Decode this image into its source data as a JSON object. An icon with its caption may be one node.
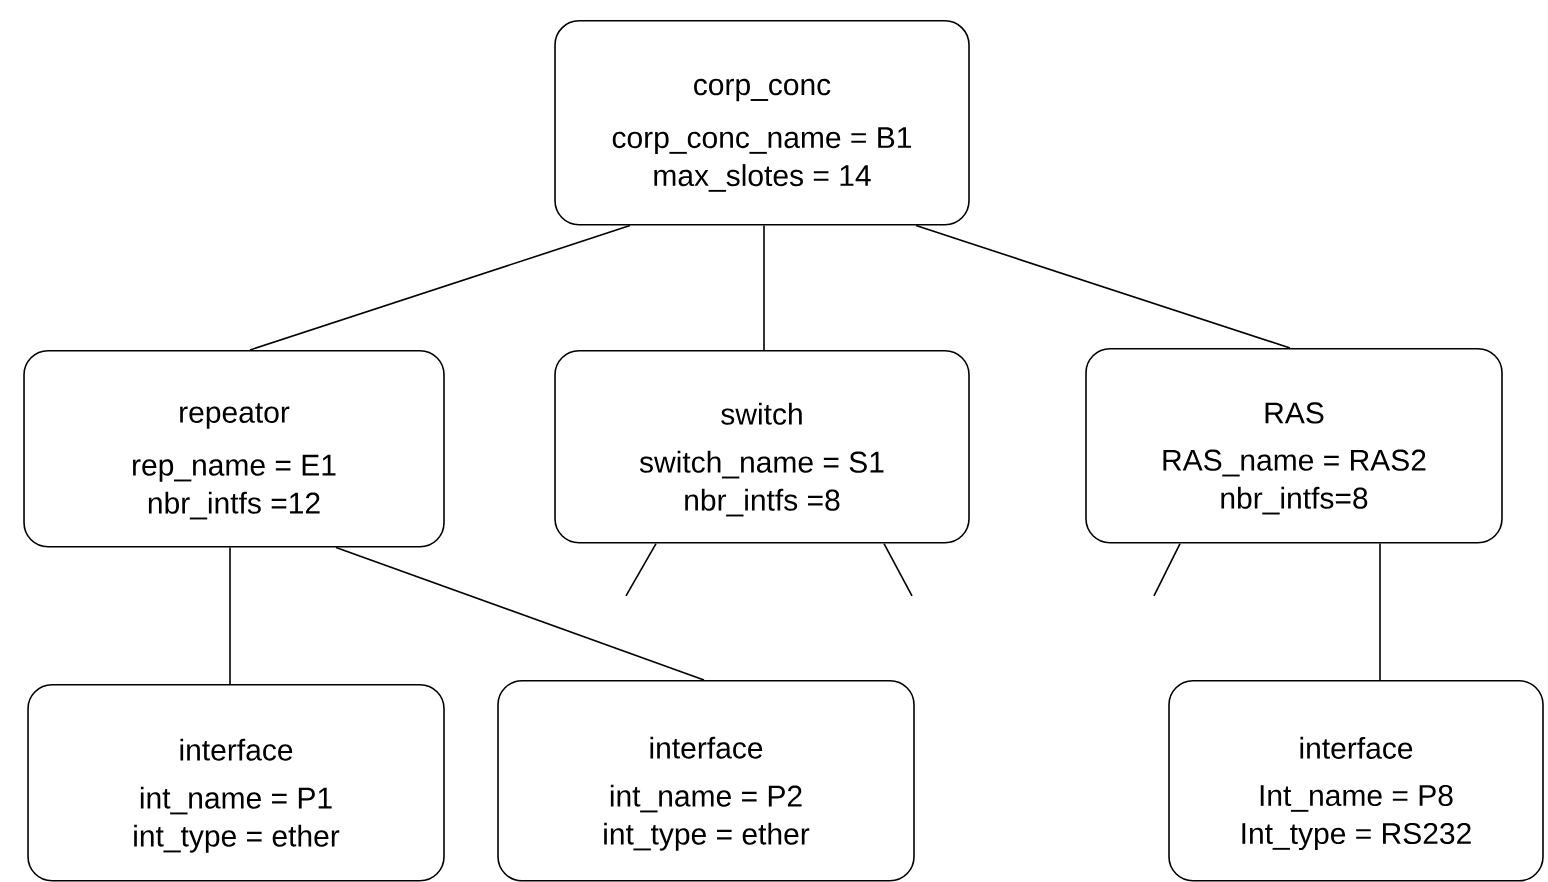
{
  "diagram": {
    "nodes": [
      {
        "text": [
          "corp_conc",
          "corp_conc_name = B1 max_slotes = 14"
        ]
      },
      {
        "text": [
          "repeator",
          "rep_name = E1 nbr_intfs =12"
        ]
      },
      {
        "text": [
          "switch",
          "switch_name = S1 nbr_intfs =8"
        ]
      },
      {
        "text": [
          "RAS",
          "RAS_name = RAS2 nbr_intfs=8"
        ]
      },
      {
        "text": [
          "interface",
          "int_name = P1 int_type = ether"
        ]
      },
      {
        "text": [
          "interface",
          "int_name = P2 int_type = ether"
        ]
      },
      {
        "text": [
          "interface",
          "Int_name = P8 Int_type = RS232"
        ]
      }
    ],
    "edges": [
      {
        "from": 0,
        "to": 1,
        "arrow": "none"
      },
      {
        "from": 0,
        "to": 2,
        "arrow": "none"
      },
      {
        "from": 0,
        "to": 3,
        "arrow": "none"
      },
      {
        "from": 1,
        "to": 4,
        "arrow": "none"
      },
      {
        "from": 1,
        "to": 5,
        "arrow": "none"
      },
      {
        "from": 2,
        "to": null,
        "arrow": "none"
      },
      {
        "from": 2,
        "to": null,
        "arrow": "none"
      },
      {
        "from": 3,
        "to": null,
        "arrow": "none"
      },
      {
        "from": 3,
        "to": 6,
        "arrow": "none"
      }
    ]
  }
}
